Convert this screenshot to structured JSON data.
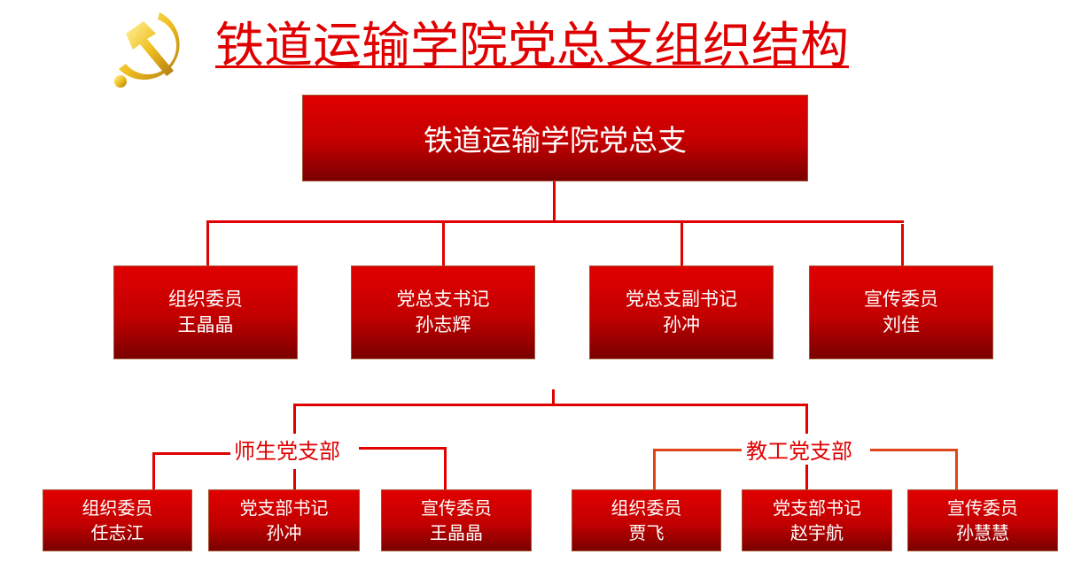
{
  "title": "铁道运输学院党总支组织结构",
  "root": "铁道运输学院党总支",
  "committee": [
    {
      "role": "组织委员",
      "name": "王晶晶"
    },
    {
      "role": "党总支书记",
      "name": "孙志辉"
    },
    {
      "role": "党总支副书记",
      "name": "孙冲"
    },
    {
      "role": "宣传委员",
      "name": "刘佳"
    }
  ],
  "branches": [
    {
      "label": "师生党支部",
      "members": [
        {
          "role": "组织委员",
          "name": "任志江"
        },
        {
          "role": "党支部书记",
          "name": "孙冲"
        },
        {
          "role": "宣传委员",
          "name": "王晶晶"
        }
      ]
    },
    {
      "label": "教工党支部",
      "members": [
        {
          "role": "组织委员",
          "name": "贾飞"
        },
        {
          "role": "党支部书记",
          "name": "赵宇航"
        },
        {
          "role": "宣传委员",
          "name": "孙慧慧"
        }
      ]
    }
  ],
  "colors": {
    "title": "#e00000",
    "box": "#c20000",
    "emblem": "#e8b020"
  }
}
